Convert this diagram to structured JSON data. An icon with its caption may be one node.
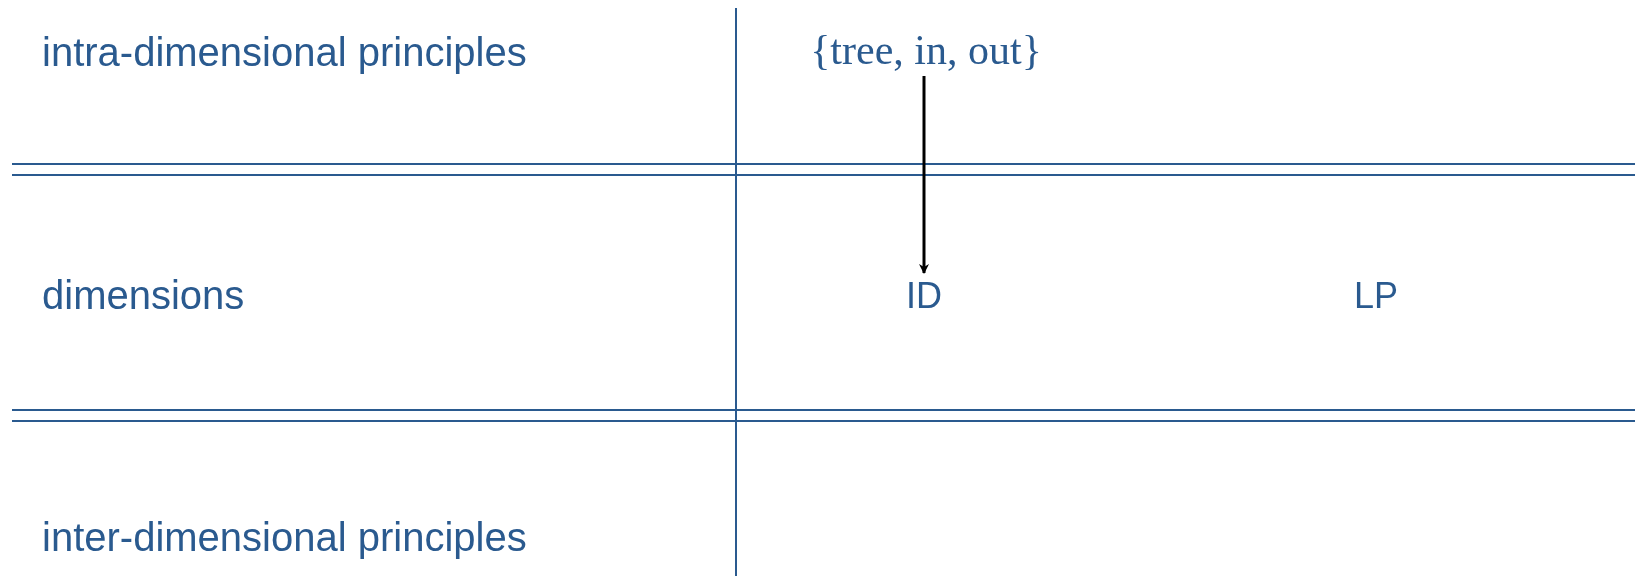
{
  "diagram": {
    "nodes": [
      {
        "text": [
          "{tree, in, out}"
        ]
      },
      {
        "text": [
          "ID"
        ]
      },
      {
        "text": [
          "LP"
        ]
      }
    ],
    "edges": [
      {
        "from": 0,
        "to": 1,
        "arrow": "to"
      }
    ],
    "labels": [
      "intra-dimensional principles",
      "dimensions",
      "inter-dimensional principles"
    ]
  }
}
